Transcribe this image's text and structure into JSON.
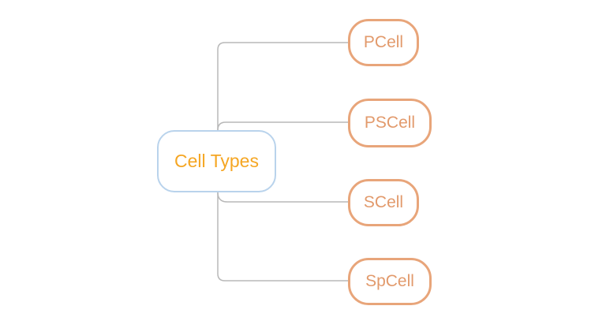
{
  "diagram": {
    "root": {
      "label": "Cell Types"
    },
    "children": [
      {
        "label": "PCell"
      },
      {
        "label": "PSCell"
      },
      {
        "label": "SCell"
      },
      {
        "label": "SpCell"
      }
    ]
  },
  "colors": {
    "root_border": "#b9d3ec",
    "root_text": "#f5a623",
    "child_border": "#e8a57a",
    "child_text": "#e29a6c",
    "connector": "#b8b8b8"
  }
}
